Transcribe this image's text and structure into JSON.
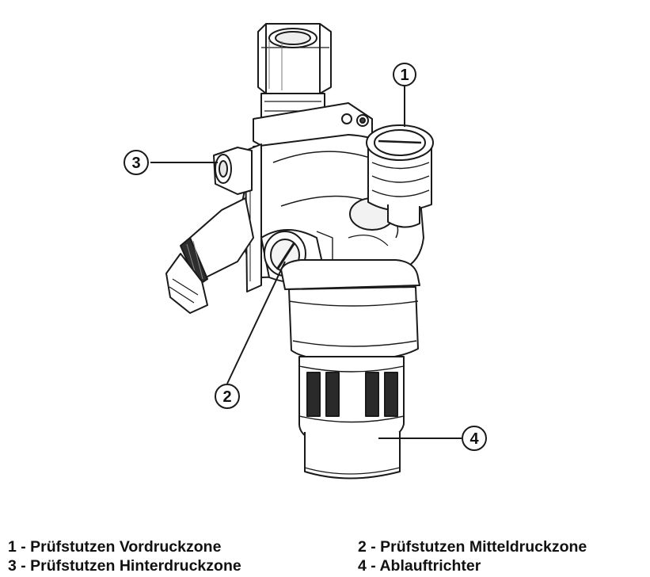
{
  "callouts": [
    {
      "number": "1"
    },
    {
      "number": "2"
    },
    {
      "number": "3"
    },
    {
      "number": "4"
    }
  ],
  "legend": {
    "item1": "1 - Prüfstutzen Vordruckzone",
    "item2": "2 - Prüfstutzen Mitteldruckzone",
    "item3": "3 - Prüfstutzen Hinterdruckzone",
    "item4": "4 - Ablauftrichter"
  },
  "colors": {
    "line": "#1a1a1a",
    "body": "#ffffff",
    "shade": "#d8d8d8",
    "dark": "#3a3a3a"
  }
}
